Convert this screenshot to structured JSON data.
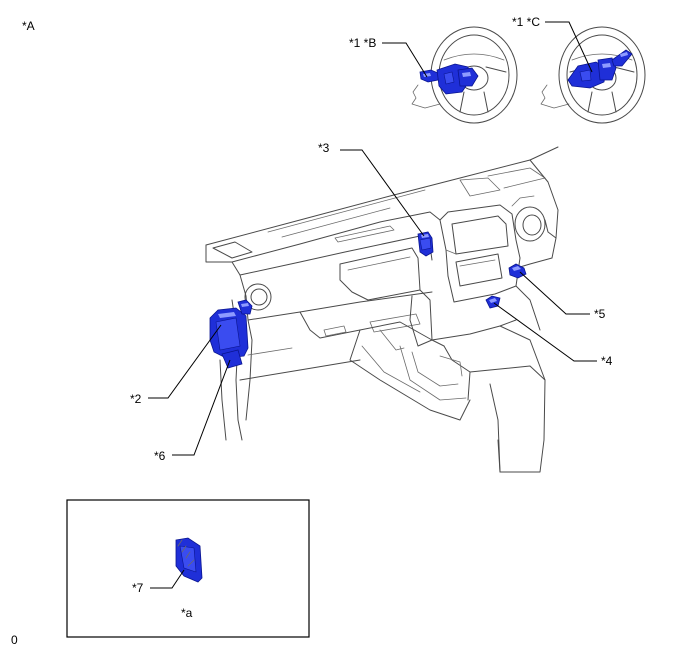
{
  "diagram": {
    "view_label": "*A",
    "callouts": {
      "c1b": "*1 *B",
      "c1c": "*1 *C",
      "c2": "*2",
      "c3": "*3",
      "c4": "*4",
      "c5": "*5",
      "c6": "*6",
      "c7": "*7",
      "ca": "*a"
    },
    "footer_code": "0",
    "colors": {
      "highlight": "#1f2fd8",
      "line": "#4a4a4a"
    }
  }
}
